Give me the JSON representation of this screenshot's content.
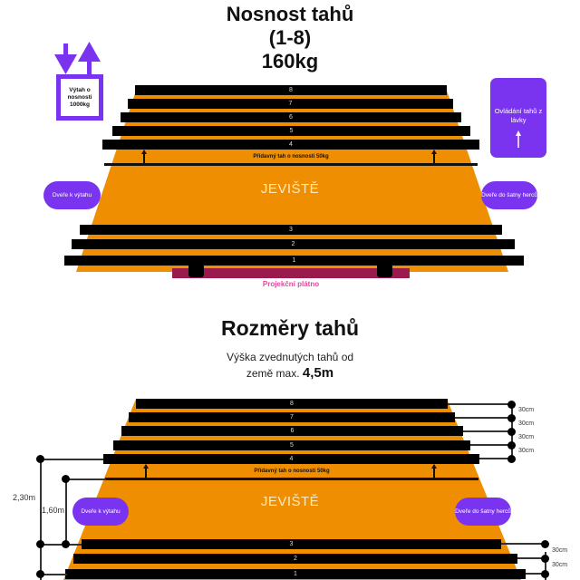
{
  "section1": {
    "title_line1": "Nosnost tahů",
    "title_line2": "(1-8)",
    "title_line3": "160kg",
    "elevator_label": "Výtah o nosnosti 1000kg",
    "control_label": "Ovládání tahů z lávky",
    "door_left": "Dveře k výtahu",
    "door_right": "Dveře do šatny herců",
    "stage_label": "JEVIŠTĚ",
    "extra_batten_label": "Přídavný tah o nosnosti 50kg",
    "screen_label": "Projekční plátno",
    "battens_top": [
      "8",
      "7",
      "6",
      "5",
      "4"
    ],
    "battens_bottom": [
      "3",
      "2",
      "1"
    ]
  },
  "section2": {
    "title": "Rozměry tahů",
    "subtitle_line1": "Výška zvednutých tahů od",
    "subtitle_line2_prefix": "země max.",
    "subtitle_line2_value": "4,5m",
    "door_left": "Dveře k výtahu",
    "door_right": "Dveře do šatny herců",
    "stage_label": "JEVIŠTĚ",
    "extra_batten_label": "Přídavný tah o nosnosti 50kg",
    "battens_top": [
      "8",
      "7",
      "6",
      "5",
      "4"
    ],
    "battens_bottom": [
      "3",
      "2",
      "1"
    ],
    "spacing_top": [
      "30cm",
      "30cm",
      "30cm",
      "30cm"
    ],
    "spacing_bottom": [
      "30cm",
      "30cm"
    ],
    "height_outer": "2,30m",
    "height_inner": "1,60m"
  },
  "colors": {
    "stage": "#ee8e00",
    "accent_purple": "#7a34f0",
    "screen": "#9b1a4e",
    "screen_label": "#e0479a"
  }
}
